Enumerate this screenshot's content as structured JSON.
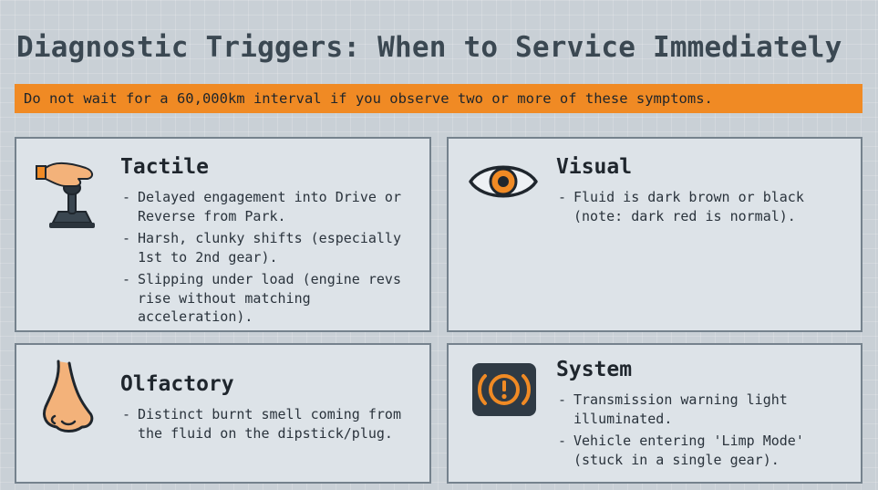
{
  "title": "Diagnostic Triggers: When to Service Immediately",
  "banner": "Do not wait for a 60,000km interval if you observe two or more of these symptoms.",
  "accent_color": "#f08a24",
  "cards": [
    {
      "title": "Tactile",
      "icon": "hand-gear-shifter-icon",
      "bullets": [
        "Delayed engagement into Drive or Reverse from Park.",
        "Harsh, clunky shifts (especially 1st to 2nd gear).",
        "Slipping under load (engine revs rise without matching acceleration)."
      ]
    },
    {
      "title": "Visual",
      "icon": "eye-icon",
      "bullets": [
        "Fluid is dark brown or black (note: dark red is normal)."
      ]
    },
    {
      "title": "Olfactory",
      "icon": "nose-icon",
      "bullets": [
        "Distinct burnt smell coming from the fluid on the dipstick/plug."
      ]
    },
    {
      "title": "System",
      "icon": "transmission-warning-light-icon",
      "bullets": [
        "Transmission warning light illuminated.",
        "Vehicle entering 'Limp Mode' (stuck in a single gear)."
      ]
    }
  ]
}
